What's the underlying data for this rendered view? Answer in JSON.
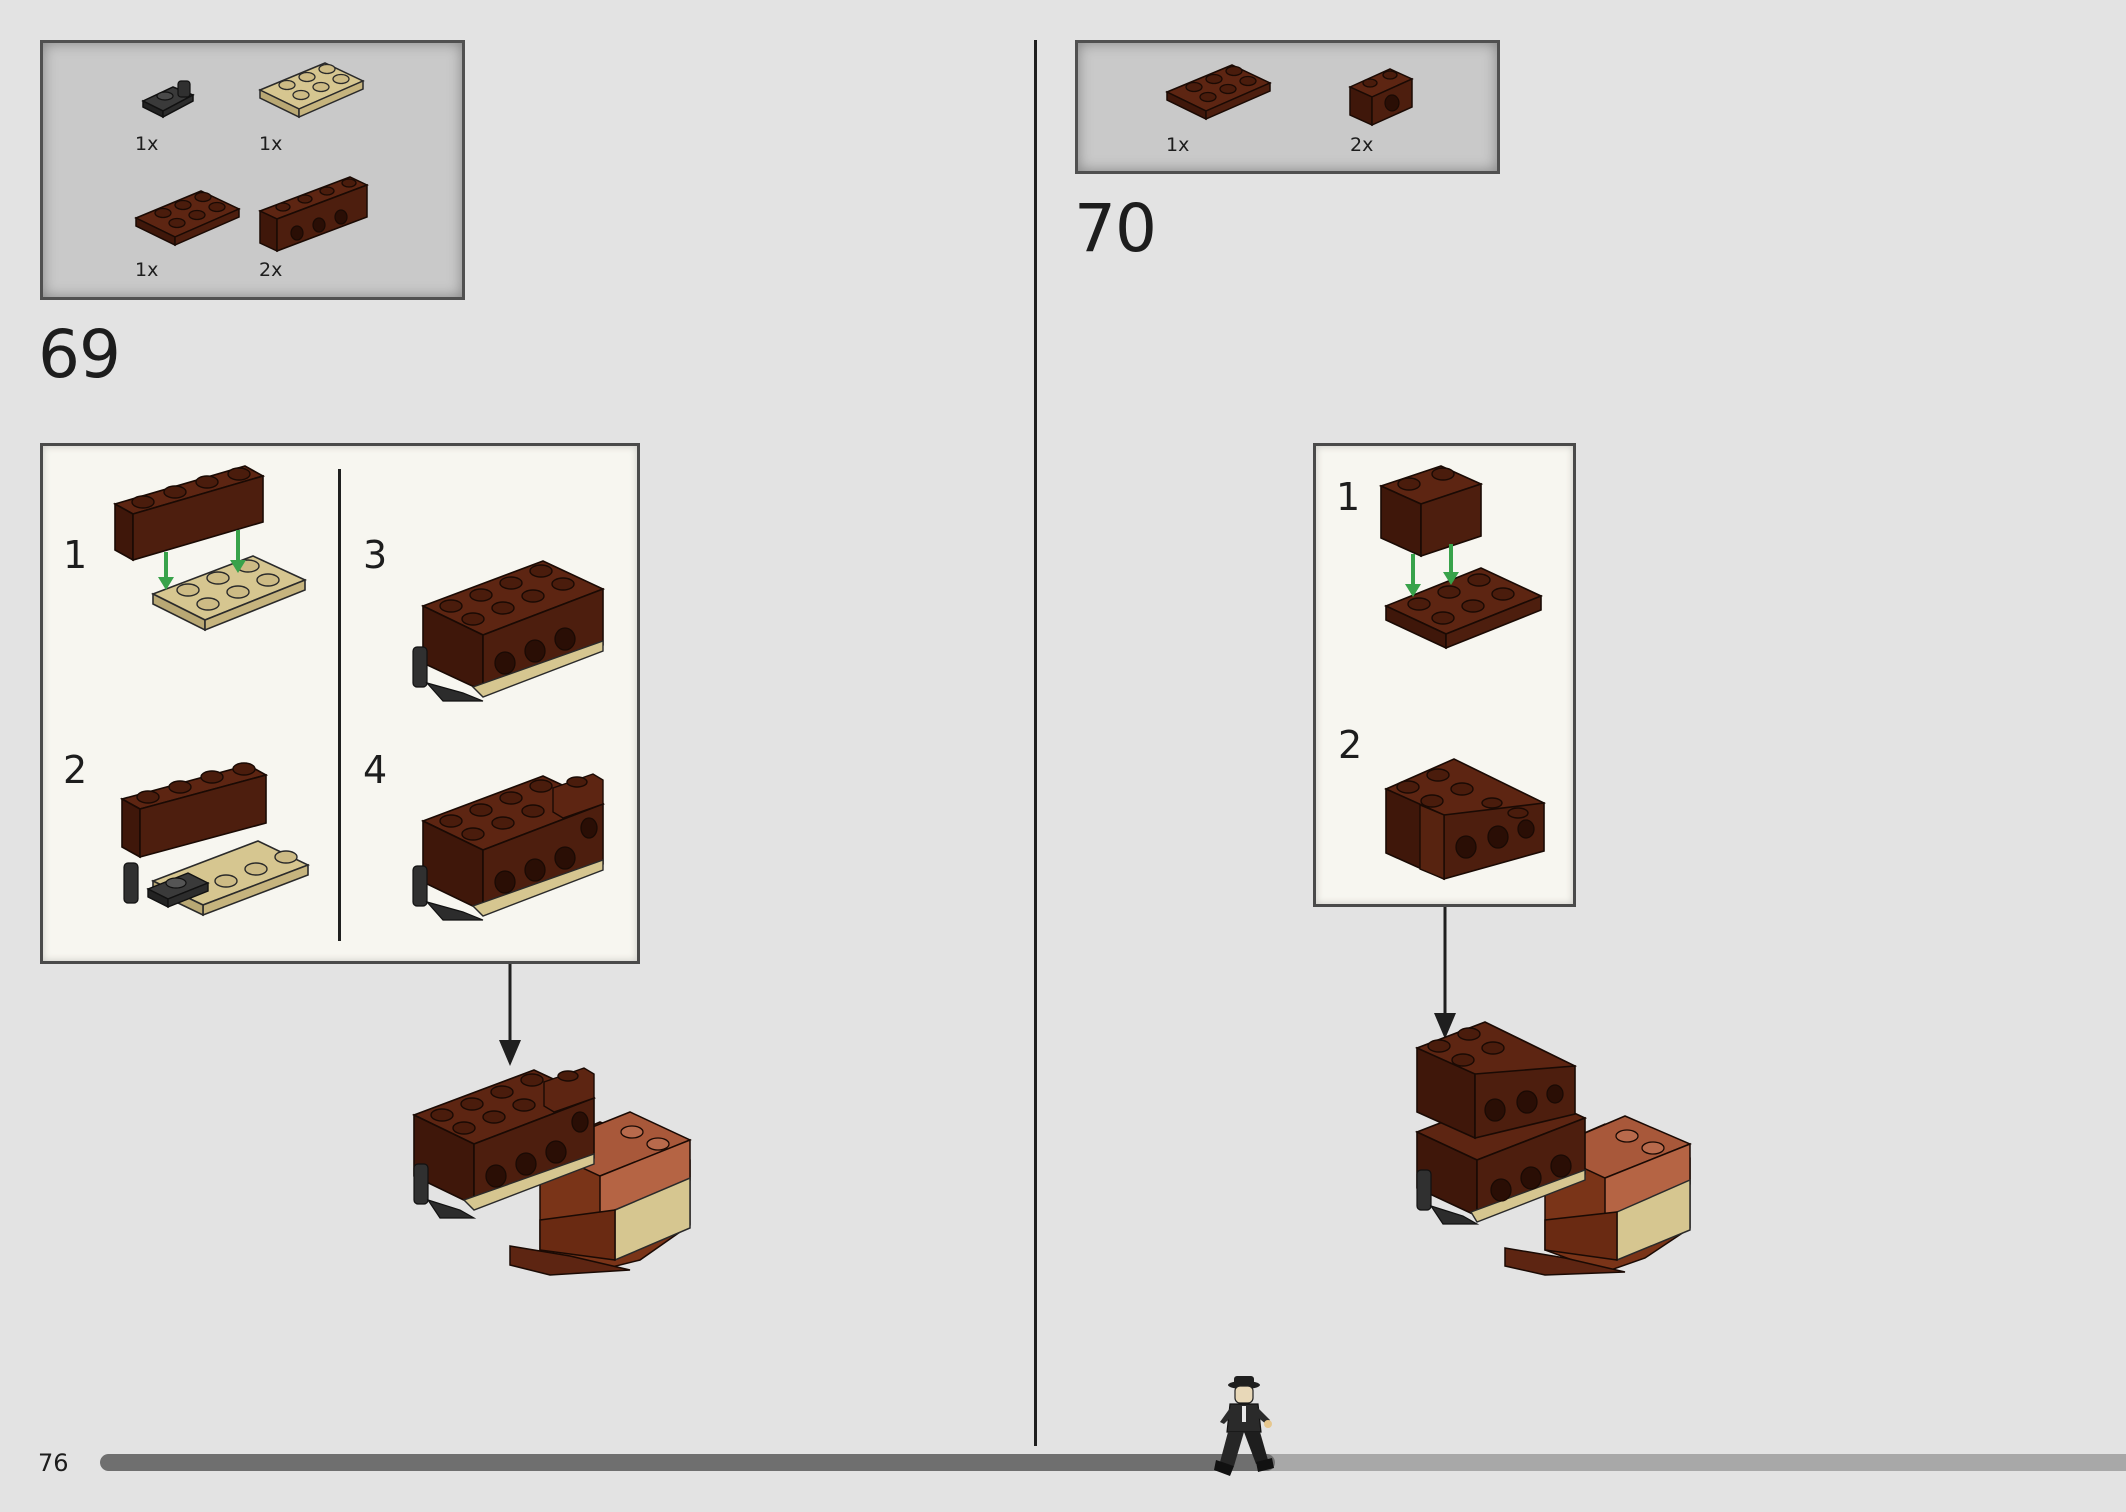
{
  "page_number": "76",
  "progress": {
    "fraction": 0.58,
    "done_color": "#6f6f6f",
    "todo_color": "#a8a8a8"
  },
  "colors": {
    "reddish_brown": "#5d2512",
    "tan": "#d6c690",
    "dark_gray": "#3a3a3a",
    "arrow_green": "#38a24a",
    "medium_nougat": "#a8583a"
  },
  "steps": [
    {
      "number": "69",
      "parts": [
        {
          "icon": "dark-gray-1x1-clip-plate-icon",
          "count": "1x"
        },
        {
          "icon": "tan-2x3-plate-icon",
          "count": "1x"
        },
        {
          "icon": "reddish-brown-2x3-plate-icon",
          "count": "1x"
        },
        {
          "icon": "reddish-brown-1x4-technic-brick-icon",
          "count": "2x"
        }
      ],
      "substeps": [
        "1",
        "2",
        "3",
        "4"
      ]
    },
    {
      "number": "70",
      "parts": [
        {
          "icon": "reddish-brown-2x3-plate-icon",
          "count": "1x"
        },
        {
          "icon": "reddish-brown-1x2-technic-brick-icon",
          "count": "2x"
        }
      ],
      "substeps": [
        "1",
        "2"
      ]
    }
  ]
}
